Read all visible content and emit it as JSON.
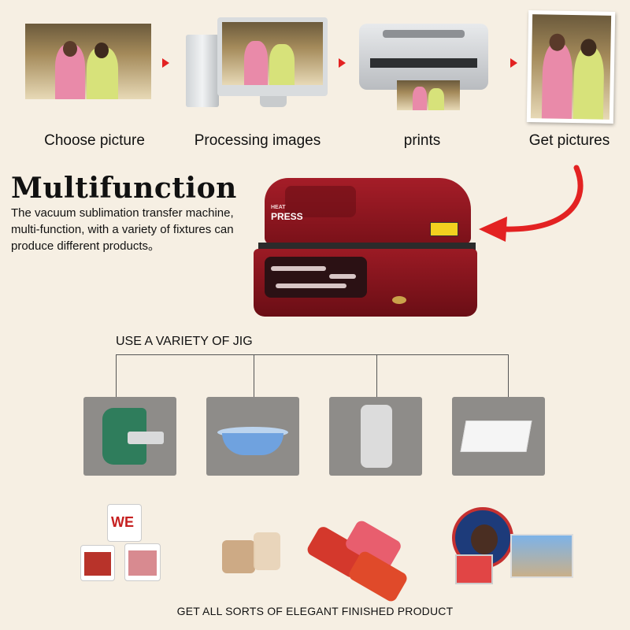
{
  "steps": [
    {
      "label": "Choose picture"
    },
    {
      "label": "Processing images"
    },
    {
      "label": "prints"
    },
    {
      "label": "Get pictures"
    }
  ],
  "machine": {
    "brand_small": "HEAT",
    "brand_large": "PRESS"
  },
  "headline": {
    "title": "Multifunction",
    "description": "The vacuum sublimation transfer machine, multi-function, with a variety of fixtures can produce different products。"
  },
  "jig": {
    "header": "USE A VARIETY OF JIG",
    "items": [
      "mug-clamp",
      "plate-fixture",
      "phone-case-mold",
      "flat-sheets"
    ]
  },
  "products": {
    "footer": "GET ALL SORTS OF ELEGANT FINISHED PRODUCT",
    "mug_text": "WE"
  },
  "colors": {
    "accent_red": "#e32222",
    "machine_red": "#8b1620",
    "background": "#f6efe3",
    "jig_box": "#8e8c89"
  }
}
